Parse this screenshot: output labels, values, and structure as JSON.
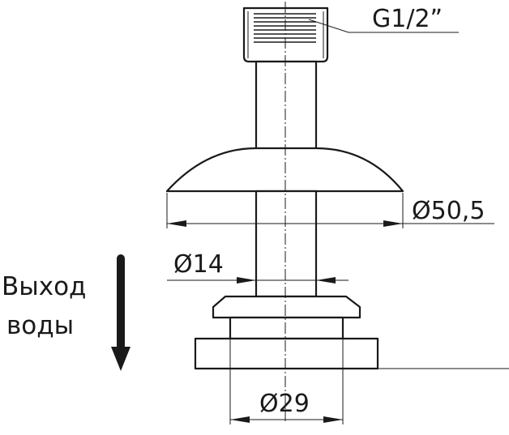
{
  "labels": {
    "thread_size": "G1/2”",
    "flange_diameter": "Ø50,5",
    "pipe_diameter": "Ø14",
    "base_diameter": "Ø29",
    "water_outlet_line1": "Выход",
    "water_outlet_line2": "воды"
  },
  "colors": {
    "line": "#1a1a1a",
    "background": "#ffffff"
  }
}
